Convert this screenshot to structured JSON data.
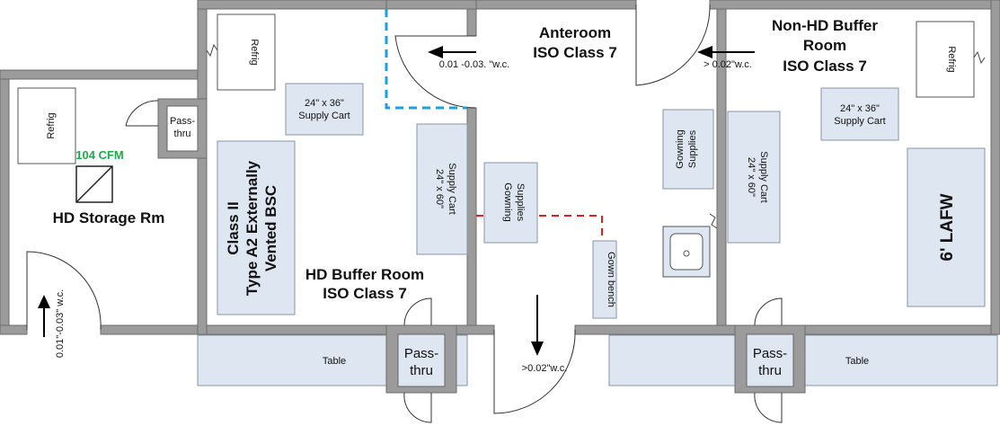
{
  "rooms": {
    "hd_storage": "HD Storage Rm",
    "hd_buffer_line1": "HD Buffer Room",
    "hd_buffer_line2": "ISO Class 7",
    "anteroom_line1": "Anteroom",
    "anteroom_line2": "ISO Class 7",
    "nonhd_line1": "Non-HD Buffer",
    "nonhd_line2": "Room",
    "nonhd_line3": "ISO Class 7"
  },
  "equipment": {
    "cfm": "104 CFM",
    "bsc_line1": "Class II",
    "bsc_line2": "Type A2 Externally",
    "bsc_line3": "Vented BSC",
    "lafw": "6' LAFW",
    "refrig": "Refrig",
    "pass_thru_small_1": "Pass-",
    "pass_thru_small_2": "thru",
    "pass_thru_1": "Pass-",
    "pass_thru_2": "thru",
    "supply_cart_small_1": "24\" x 36\"",
    "supply_cart_small_2": "Supply Cart",
    "supply_cart_large_1": "24\" x 60\"",
    "supply_cart_large_2": "Supply Cart",
    "gowning_1": "Gowning",
    "gowning_2": "Supplies",
    "gown_bench": "Gown bench",
    "table": "Table"
  },
  "pressures": {
    "storage": "0.01\"-0.03\" w.c.",
    "hd_to_ante": "0.01 -0.03. \"w.c.",
    "nonhd_to_ante": "> 0.02\"w.c.",
    "ante_out": ">0.02\"w.c."
  },
  "colors": {
    "cfm": "#1faa4a",
    "blue_line": "#1aa0e0",
    "red_line": "#e02020",
    "wall": "#9b9b9b",
    "furniture": "#dde6f1"
  }
}
